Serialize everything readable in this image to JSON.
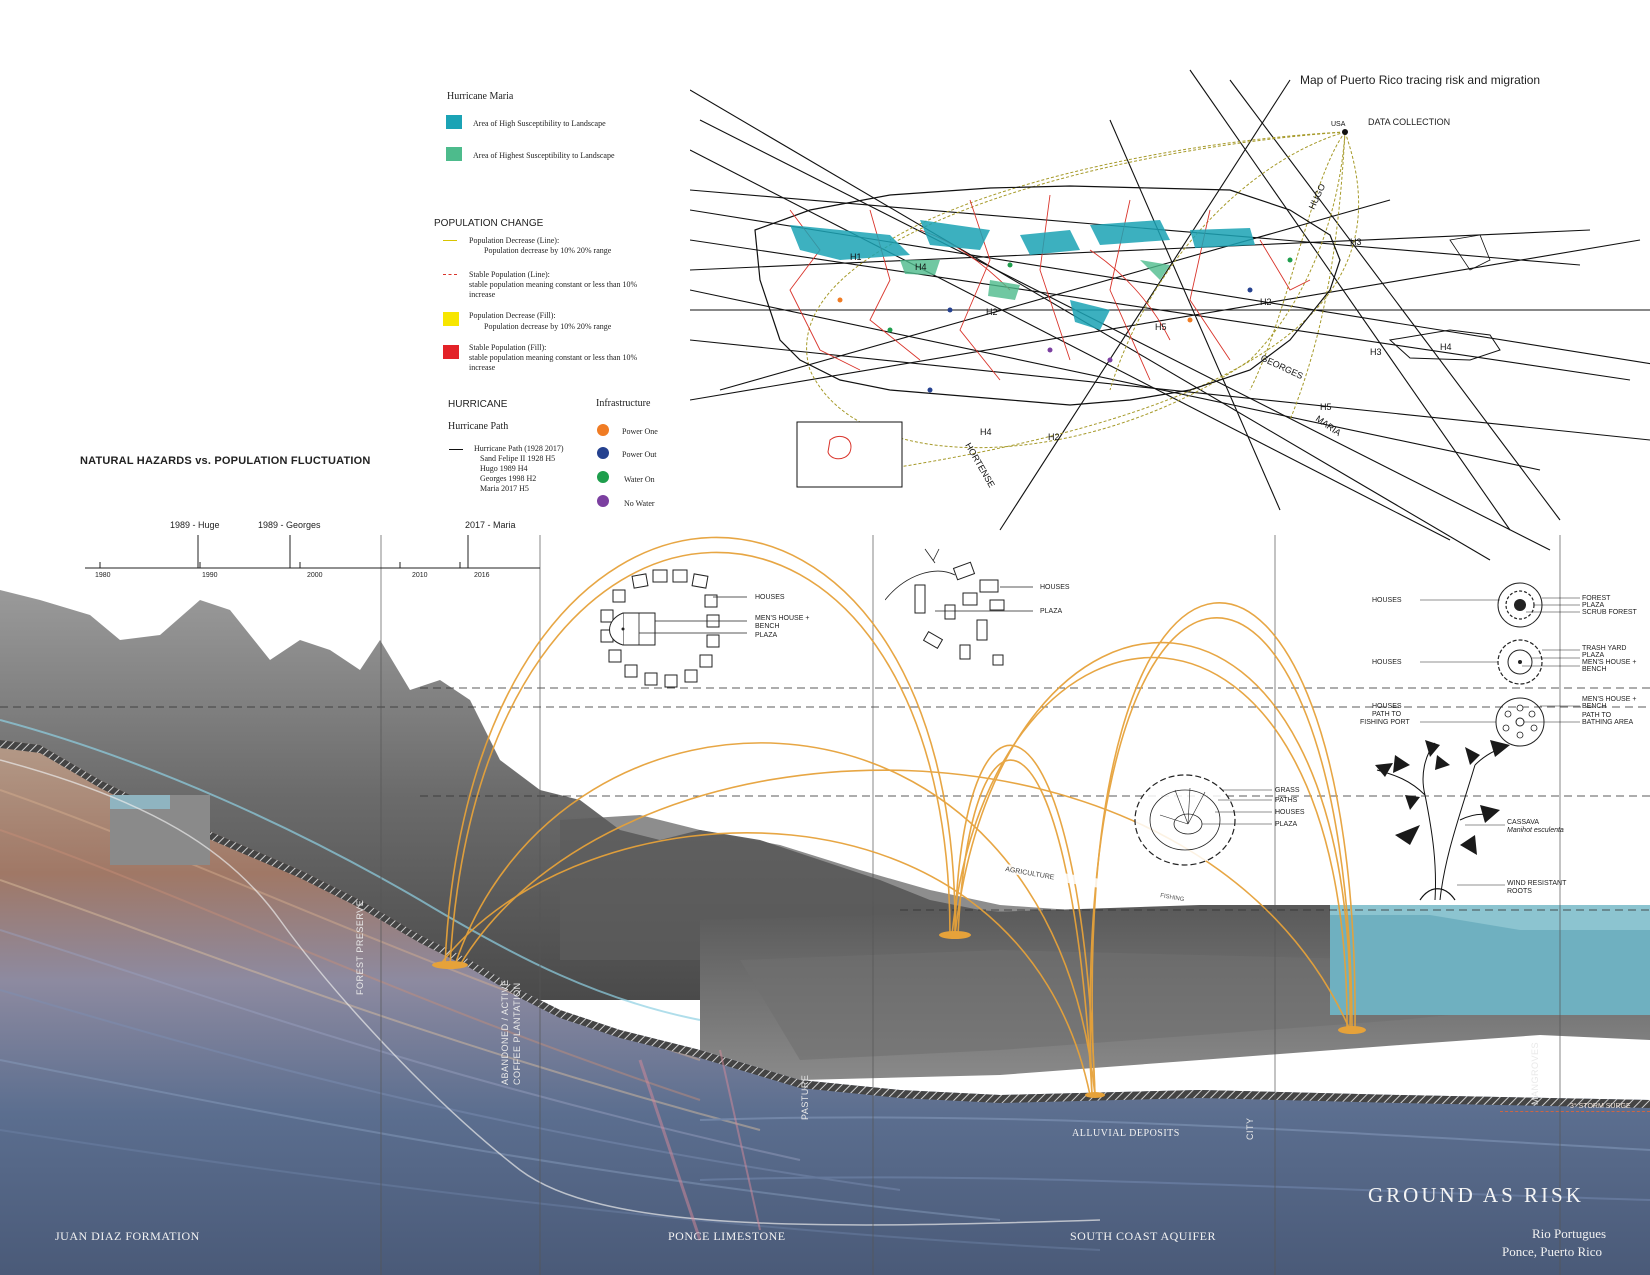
{
  "map_title": "Map of Puerto Rico tracing risk and migration",
  "hazards_title": "NATURAL HAZARDS vs. POPULATION FLUCTUATION",
  "legend": {
    "maria_heading": "Hurricane  Maria",
    "high_label": "Area of High Susceptibility to Landscape",
    "highest_label": "Area of Highest Susceptibility to Landscape",
    "pop_heading": "POPULATION CHANGE",
    "pop_items": [
      {
        "title": "Population Decrease (Line):",
        "desc": "Population decrease by 10%   20% range"
      },
      {
        "title": "Stable Population (Line):",
        "desc": "stable population meaning constant or less than 10% increase"
      },
      {
        "title": "Population Decrease (Fill):",
        "desc": "Population decrease by 10%   20% range"
      },
      {
        "title": "Stable Population (Fill):",
        "desc": "stable population meaning constant or less than 10% increase"
      }
    ],
    "hurricane_heading": "HURRICANE",
    "path_heading": "Hurricane  Path",
    "path_lines": [
      "Hurricane Path (1928   2017)",
      "Sand Felipe II 1928 H5",
      "Hugo 1989 H4",
      "Georges 1998 H2",
      "Maria 2017 H5"
    ],
    "infra_heading": "Infrastructure",
    "infra_items": [
      "Power One",
      "Power Out",
      "Water On",
      "No Water"
    ]
  },
  "colors": {
    "high": "#1ba3b5",
    "highest": "#4dbb8c",
    "pop_line_yellow": "#d8c400",
    "pop_line_red": "#d9342b",
    "fill_yellow": "#f7e600",
    "fill_red": "#e32228",
    "power_on": "#f07c24",
    "power_out": "#25418f",
    "water_on": "#1e9e4c",
    "no_water": "#7b3fa0",
    "arc": "#e6a23a"
  },
  "map": {
    "data_collection": "DATA COLLECTION",
    "usa": "USA",
    "hurricane_labels": [
      "H1",
      "H4",
      "H2",
      "H5",
      "H3",
      "H2",
      "H3",
      "H4",
      "H5",
      "H4",
      "H2",
      "HUGO",
      "GEORGES",
      "MARIA",
      "HORTENSE"
    ]
  },
  "timeline": {
    "events": [
      "1989 - Huge",
      "1989 - Georges",
      "2017 - Maria"
    ],
    "years": [
      "1980",
      "1990",
      "2000",
      "2010",
      "2016"
    ]
  },
  "diagrams": {
    "d1": [
      "HOUSES",
      "MEN'S HOUSE +",
      "BENCH",
      "PLAZA"
    ],
    "d2": [
      "HOUSES",
      "PLAZA"
    ],
    "d3": [
      "GRASS",
      "PATHS",
      "HOUSES",
      "PLAZA"
    ],
    "cassava": [
      "CASSAVA",
      "Manihot esculenta",
      "WIND RESISTANT",
      "ROOTS"
    ],
    "r1_left": "HOUSES",
    "r1_right": [
      "FOREST",
      "PLAZA",
      "SCRUB FOREST"
    ],
    "r2_left": "HOUSES",
    "r2_right": [
      "TRASH YARD",
      "PLAZA",
      "MEN'S HOUSE +",
      "BENCH"
    ],
    "r3_left": [
      "HOUSES",
      "PATH TO",
      "FISHING PORT"
    ],
    "r3_right": [
      "MEN'S HOUSE +",
      "BENCH",
      "PATH TO",
      "BATHING AREA"
    ],
    "agriculture": "AGRICULTURE",
    "fishing": "FISHING"
  },
  "section": {
    "forest_preserve": "FOREST PRESERVE",
    "coffee": [
      "ABANDONED / ACTIVE",
      "COFFEE PLANTATION"
    ],
    "pasture": "PASTURE",
    "city": "CITY",
    "mangroves": "MANGROVES",
    "alluvial": "ALLUVIAL DEPOSITS",
    "storm_surge": "3° STORM SURGE",
    "juan_diaz": "JUAN DIAZ FORMATION",
    "ponce_limestone": "PONCE LIMESTONE",
    "aquifer": "SOUTH COAST AQUIFER",
    "ground_title": "GROUND AS RISK",
    "river": "Rio Portugues",
    "place": "Ponce, Puerto Rico"
  }
}
